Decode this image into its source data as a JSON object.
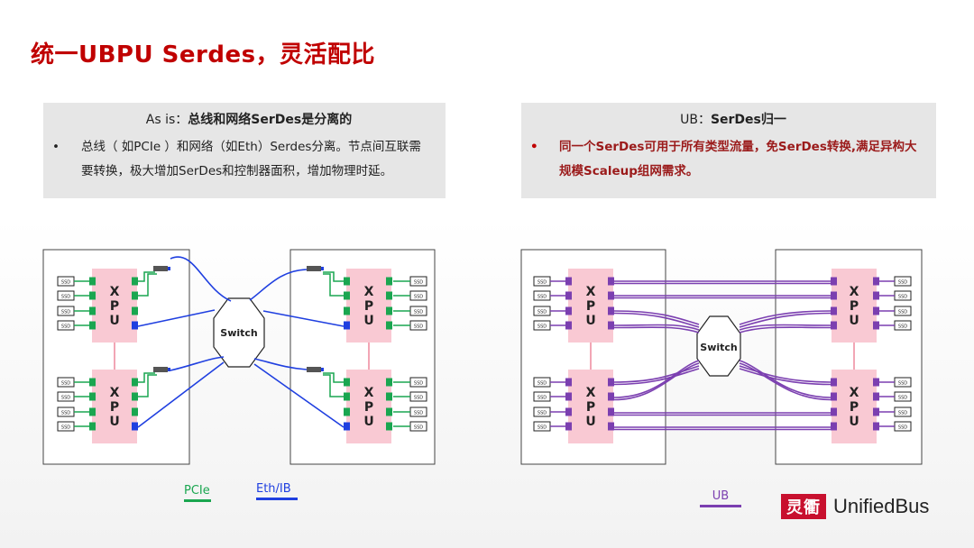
{
  "title": "统一UBPU Serdes，灵活配比",
  "left_panel": {
    "head_prefix": "As is：",
    "head_bold": "总线和网络SerDes是分离的",
    "bullet": "总线（ 如PCIe ）和网络（如Eth）Serdes分离。节点间互联需要转换，极大增加SerDes和控制器面积，增加物理时延。"
  },
  "right_panel": {
    "head_prefix": "UB：",
    "head_bold": "SerDes归一",
    "bullet": "同一个SerDes可用于所有类型流量，免SerDes转换,满足异构大规模Scaleup组网需求。"
  },
  "diagram": {
    "xpu_label": "XPU",
    "ssd_label": "SSD",
    "switch_label": "Switch"
  },
  "legend": {
    "pcie": "PCIe",
    "eth": "Eth/IB",
    "ub": "UB"
  },
  "colors": {
    "pcie": "#1aa650",
    "eth": "#1f3fe0",
    "ub": "#7b3fb0",
    "xpu_fill": "#f9c9d3",
    "title": "#c00000"
  },
  "brand": {
    "mark": "灵衢",
    "text": "UnifiedBus"
  }
}
